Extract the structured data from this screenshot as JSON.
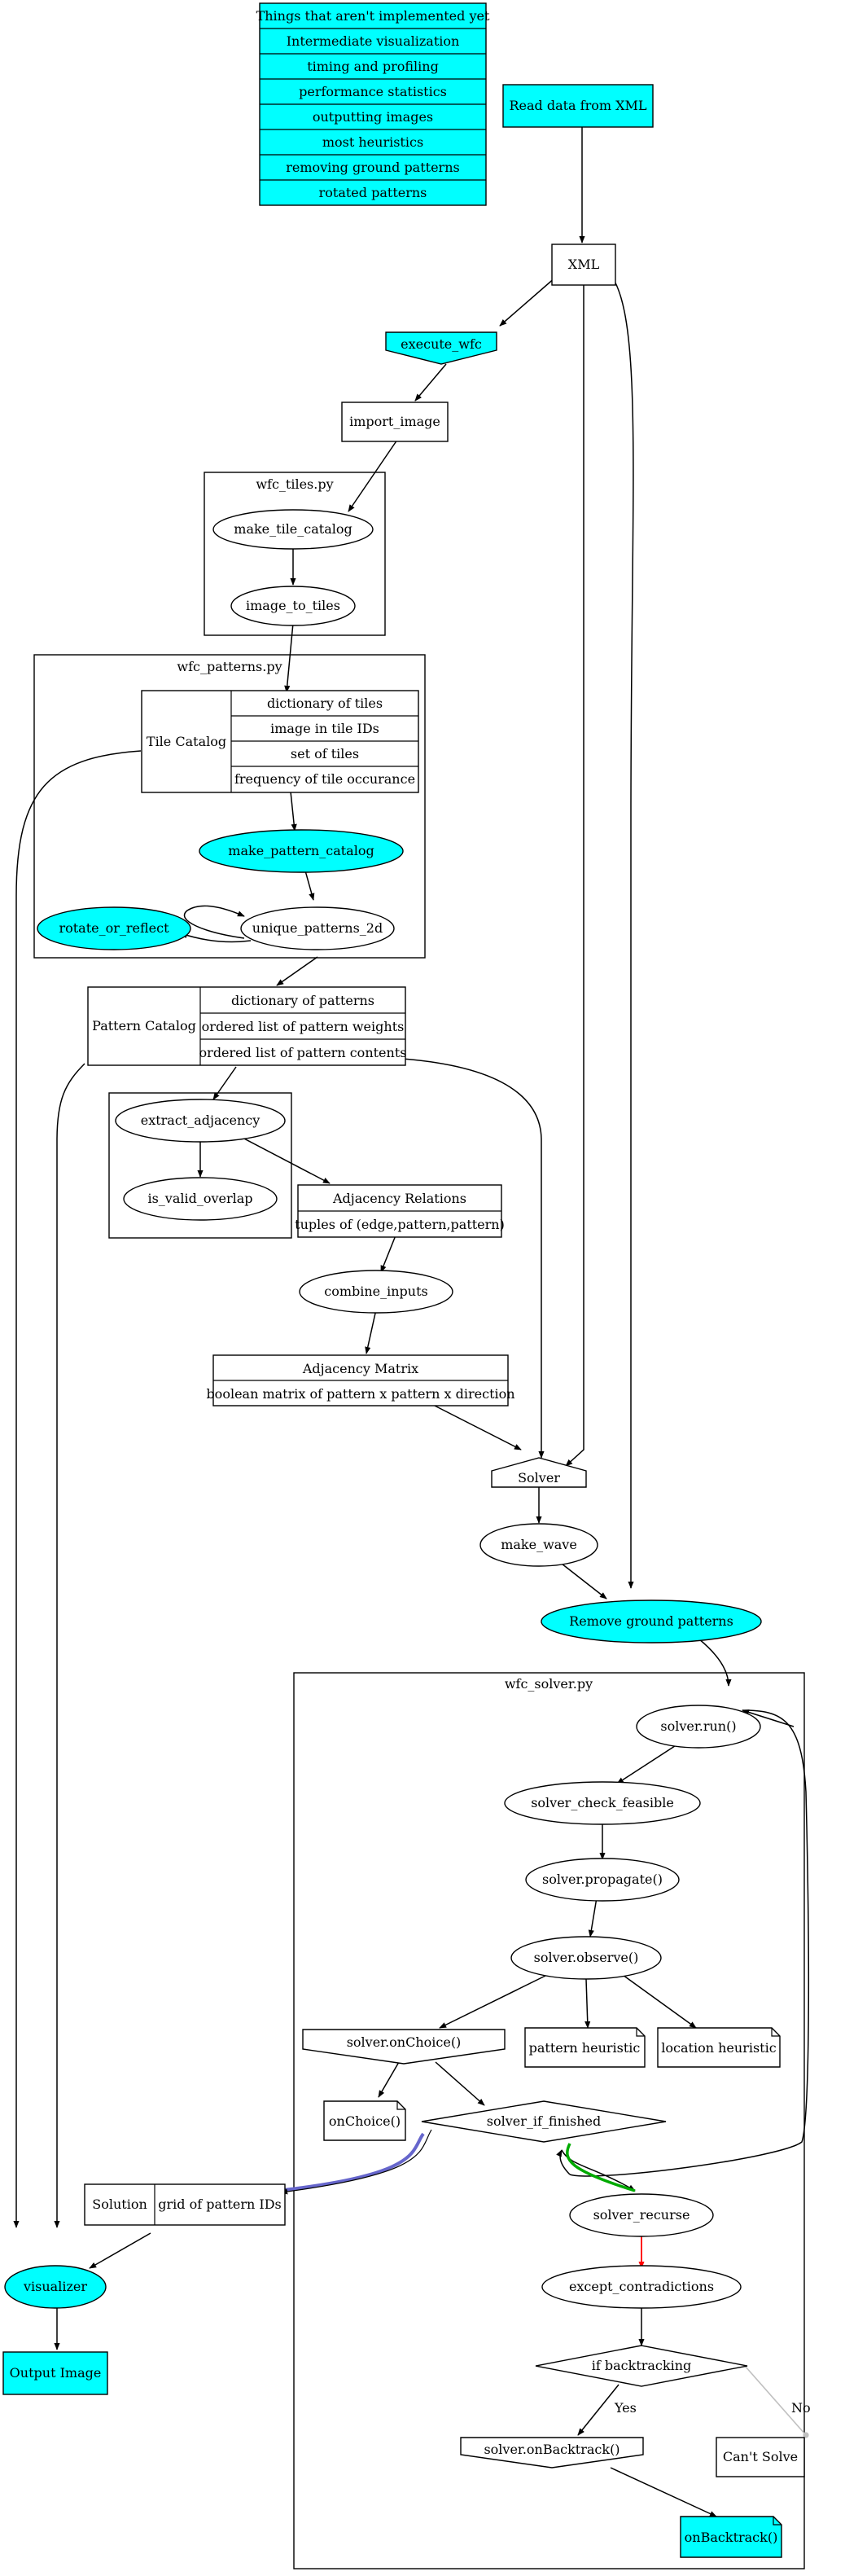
{
  "colors": {
    "highlight": "#00ffff",
    "line": "#000000",
    "red_edge": "#ff0000",
    "green_edge": "#00aa00",
    "blue_edge": "#6666cc",
    "grey_edge": "#c0c0c0"
  },
  "todo_table": {
    "title": "Things that aren't implemented yet",
    "items": [
      "Intermediate visualization",
      "timing and profiling",
      "performance statistics",
      "outputting images",
      "most heuristics",
      "removing ground patterns",
      "rotated patterns"
    ]
  },
  "nodes": {
    "read_xml": "Read data from XML",
    "xml": "XML",
    "execute_wfc": "execute_wfc",
    "import_image": "import_image",
    "make_tile_catalog": "make_tile_catalog",
    "image_to_tiles": "image_to_tiles",
    "make_pattern_catalog": "make_pattern_catalog",
    "unique_patterns_2d": "unique_patterns_2d",
    "rotate_or_reflect": "rotate_or_reflect",
    "extract_adjacency": "extract_adjacency",
    "is_valid_overlap": "is_valid_overlap",
    "combine_inputs": "combine_inputs",
    "solver": "Solver",
    "make_wave": "make_wave",
    "remove_ground_patterns": "Remove ground patterns",
    "solver_run": "solver.run()",
    "solver_check_feasible": "solver_check_feasible",
    "solver_propagate": "solver.propagate()",
    "solver_observe": "solver.observe()",
    "solver_onchoice": "solver.onChoice()",
    "pattern_heuristic": "pattern heuristic",
    "location_heuristic": "location heuristic",
    "onchoice_note": "onChoice()",
    "solver_if_finished": "solver_if_finished",
    "solver_recurse": "solver_recurse",
    "except_contradictions": "except_contradictions",
    "if_backtracking": "if backtracking",
    "solver_onbacktrack": "solver.onBacktrack()",
    "cant_solve": "Can't Solve",
    "onbacktrack": "onBacktrack()",
    "visualizer": "visualizer",
    "output_image": "Output Image"
  },
  "clusters": {
    "wfc_tiles": "wfc_tiles.py",
    "wfc_patterns": "wfc_patterns.py",
    "wfc_solver": "wfc_solver.py"
  },
  "records": {
    "tile_catalog": {
      "label": "Tile Catalog",
      "fields": [
        "dictionary of tiles",
        "image in tile IDs",
        "set of tiles",
        "frequency of tile occurance"
      ]
    },
    "pattern_catalog": {
      "label": "Pattern Catalog",
      "fields": [
        "dictionary of patterns",
        "ordered list of pattern weights",
        "ordered list of pattern contents"
      ]
    },
    "adjacency_relations": {
      "label": "Adjacency Relations",
      "fields": [
        "tuples of (edge,pattern,pattern)"
      ]
    },
    "adjacency_matrix": {
      "label": "Adjacency Matrix",
      "fields": [
        "boolean matrix of pattern x pattern x direction"
      ]
    },
    "solution": {
      "label": "Solution",
      "fields": [
        "grid of pattern IDs"
      ]
    }
  },
  "edge_labels": {
    "yes": "Yes",
    "no": "No"
  }
}
